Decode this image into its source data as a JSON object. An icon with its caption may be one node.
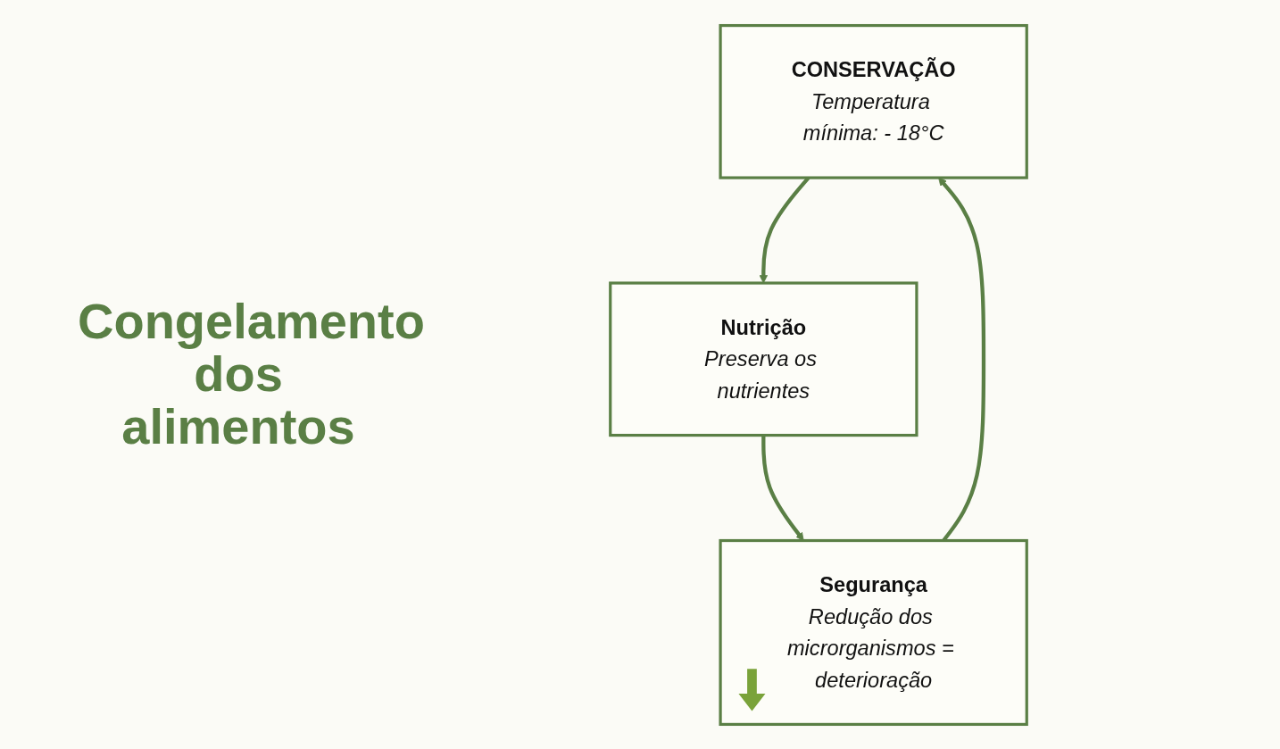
{
  "diagram": {
    "title": "Congelamento dos alimentos",
    "nodes": [
      {
        "text": [
          "CONSERVAÇÃO",
          "Temperatura mínima: - 18°C"
        ]
      },
      {
        "text": [
          "Nutrição",
          "Preserva os nutrientes"
        ]
      },
      {
        "text": [
          "Segurança",
          "Redução dos microrganismos = deterioração"
        ]
      }
    ],
    "edges": [
      {
        "from": 2,
        "to": 0,
        "arrow": "to"
      },
      {
        "from": 0,
        "to": 1,
        "arrow": "to"
      },
      {
        "from": 1,
        "to": 2,
        "arrow": "to"
      }
    ]
  }
}
